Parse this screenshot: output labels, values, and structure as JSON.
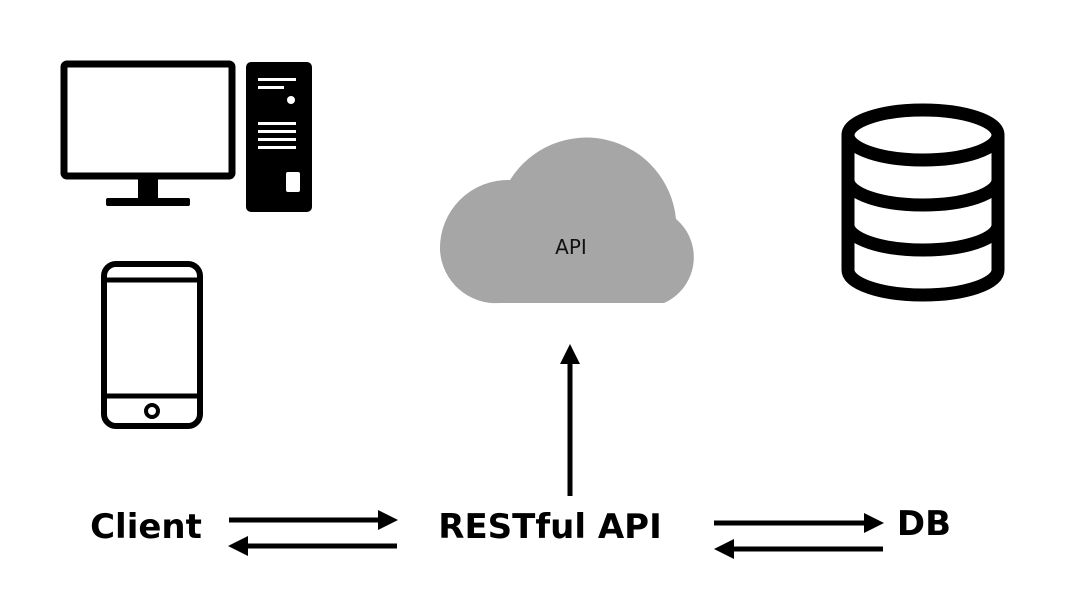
{
  "diagram": {
    "cloud": {
      "label": "API"
    },
    "labels": {
      "client": "Client",
      "restful_api": "RESTful API",
      "db": "DB"
    }
  },
  "colors": {
    "background": "#ffffff",
    "ink": "#000000",
    "cloud_fill": "#a6a6a6"
  },
  "icons": {
    "desktop": "desktop-computer-icon",
    "mobile": "smartphone-icon",
    "cloud": "cloud-icon",
    "database": "database-icon"
  }
}
